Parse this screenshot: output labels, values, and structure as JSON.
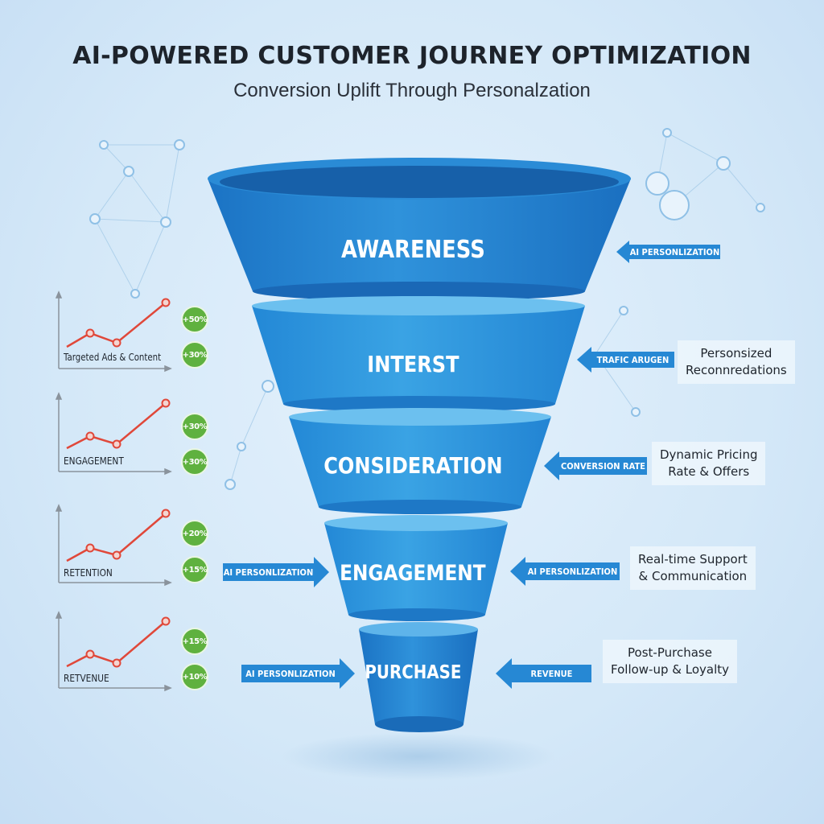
{
  "header": {
    "title": "AI-POWERED CUSTOMER JOURNEY OPTIMIZATION",
    "subtitle": "Conversion Uplift Through Personalzation"
  },
  "colors": {
    "funnel_dark": "#1a6fc0",
    "funnel_light": "#3aa0e2",
    "arrow": "#2688d4",
    "badge_green": "#5fb13f",
    "trend_red": "#e0483a"
  },
  "funnel": {
    "stages": [
      {
        "label": "AWARENESS"
      },
      {
        "label": "INTERST"
      },
      {
        "label": "CONSIDERATION"
      },
      {
        "label": "ENGAGEMENT"
      },
      {
        "label": "PURCHASE"
      }
    ]
  },
  "right_callouts": [
    {
      "arrow_label": "AI PERSONLIZATION",
      "note": []
    },
    {
      "arrow_label": "TRAFIC ARUGEN",
      "note": [
        "Personsized",
        "Reconnredations"
      ]
    },
    {
      "arrow_label": "CONVERSION RATE",
      "note": [
        "Dynamic Pricing",
        "Rate & Offers"
      ]
    },
    {
      "arrow_label": "AI PERSONLIZATION",
      "note": [
        "Real-time Support",
        "& Communication"
      ]
    },
    {
      "arrow_label": "REVENUE",
      "note": [
        "Post-Purchase",
        "Follow-up & Loyalty"
      ]
    }
  ],
  "left_callouts": [
    {
      "arrow_label": "AI PERSONLIZATION"
    },
    {
      "arrow_label": "AI PERSONLIZATION"
    }
  ],
  "metrics": [
    {
      "label": "Targeted Ads & Content",
      "badges": [
        "+50%",
        "+30%"
      ]
    },
    {
      "label": "ENGAGEMENT",
      "badges": [
        "+30%",
        "+30%"
      ]
    },
    {
      "label": "RETENTION",
      "badges": [
        "+20%",
        "+15%"
      ]
    },
    {
      "label": "RETVENUE",
      "badges": [
        "+15%",
        "+10%"
      ]
    }
  ]
}
